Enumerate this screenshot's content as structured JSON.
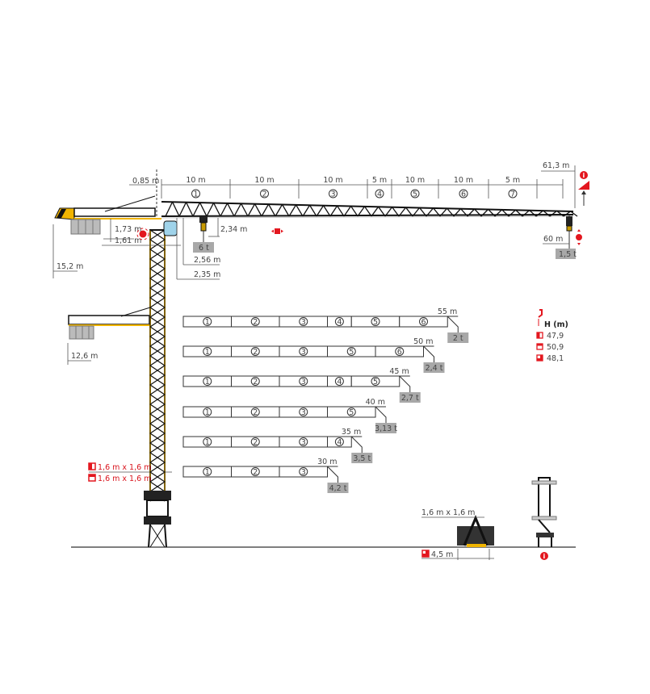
{
  "colors": {
    "accent_red": "#e3171f",
    "crane_yellow": "#f0b400",
    "label_gray": "#a8a8a8"
  },
  "main_jib": {
    "slew_offset": "0,85 m",
    "segments": [
      {
        "length": "10 m",
        "module": "1"
      },
      {
        "length": "10 m",
        "module": "2"
      },
      {
        "length": "10 m",
        "module": "3"
      },
      {
        "length": "5 m",
        "module": "4"
      },
      {
        "length": "10 m",
        "module": "5"
      },
      {
        "length": "10 m",
        "module": "6"
      },
      {
        "length": "5 m",
        "module": "7"
      }
    ],
    "total_length": "61,3 m",
    "max_radius": "60 m",
    "tip_load": "1,5 t",
    "max_load": "6 t",
    "hook_height_offset": "2,34 m",
    "dim_173": "1,73 m",
    "dim_161": "1,61 m",
    "dim_256": "2,56 m",
    "dim_235": "2,35 m",
    "counter_jib_radius": "15,2 m"
  },
  "lower_counter_jib": {
    "radius": "12,6 m"
  },
  "mast": {
    "section_a": "1,6 m x 1,6 m",
    "section_b": "1,6 m x 1,6 m"
  },
  "module_lengths_m": {
    "1": 10,
    "2": 10,
    "3": 10,
    "4": 5,
    "5": 10,
    "6": 10,
    "7": 5
  },
  "configurations": [
    {
      "length": "55 m",
      "modules": [
        "1",
        "2",
        "3",
        "4",
        "5",
        "6"
      ],
      "tip_load": "2 t"
    },
    {
      "length": "50 m",
      "modules": [
        "1",
        "2",
        "3",
        "5",
        "6"
      ],
      "tip_load": "2,4 t"
    },
    {
      "length": "45 m",
      "modules": [
        "1",
        "2",
        "3",
        "4",
        "5"
      ],
      "tip_load": "2,7 t"
    },
    {
      "length": "40 m",
      "modules": [
        "1",
        "2",
        "3",
        "5"
      ],
      "tip_load": "3,13 t"
    },
    {
      "length": "35 m",
      "modules": [
        "1",
        "2",
        "3",
        "4"
      ],
      "tip_load": "3,5 t"
    },
    {
      "length": "30 m",
      "modules": [
        "1",
        "2",
        "3"
      ],
      "tip_load": "4,2 t"
    }
  ],
  "height_legend": {
    "title": "H (m)",
    "items": [
      {
        "value": "47,9"
      },
      {
        "value": "50,9"
      },
      {
        "value": "48,1"
      }
    ]
  },
  "base": {
    "section": "1,6 m x 1,6 m",
    "width": "4,5 m"
  }
}
